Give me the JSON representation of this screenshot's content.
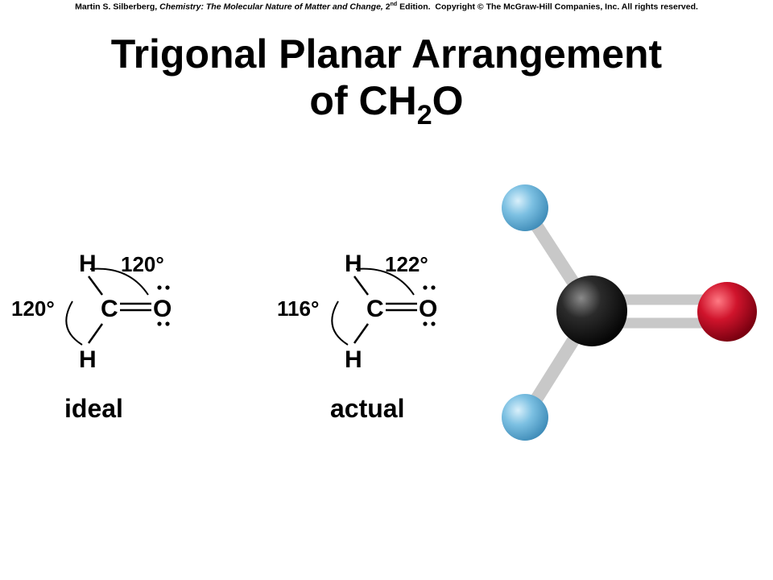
{
  "credit": {
    "author": "Martin S. Silberberg,",
    "book": "Chemistry: The Molecular Nature of Matter and Change,",
    "edition_num": "2",
    "edition_sup": "nd",
    "edition_word": "Edition.",
    "copyright": "Copyright © The McGraw-Hill Companies, Inc. All rights reserved."
  },
  "title": {
    "line1": "Trigonal Planar Arrangement",
    "line2_prefix": "of CH",
    "line2_subscript": "2",
    "line2_suffix": "O"
  },
  "ideal": {
    "caption": "ideal",
    "angle_top": "120°",
    "angle_left": "120°",
    "atom_h_top": "H",
    "atom_h_bottom": "H",
    "atom_c": "C",
    "atom_o": "O"
  },
  "actual": {
    "caption": "actual",
    "angle_top": "122°",
    "angle_left": "116°",
    "atom_h_top": "H",
    "atom_h_bottom": "H",
    "atom_c": "C",
    "atom_o": "O"
  },
  "model": {
    "hydrogen_color": "#7cc0e2",
    "carbon_color": "#2b2b2b",
    "oxygen_color": "#d0142c",
    "bond_color": "#c8c8c8"
  }
}
